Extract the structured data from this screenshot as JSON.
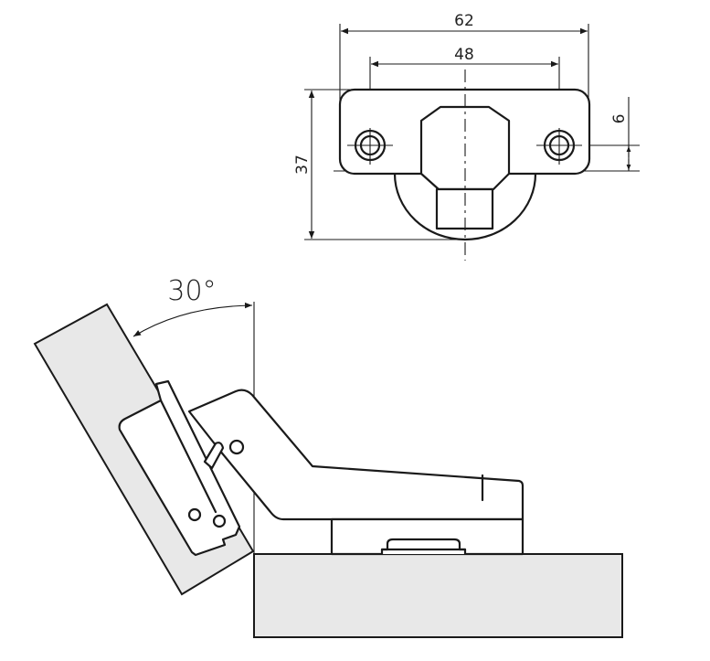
{
  "top_view": {
    "dim_overall_width": "62",
    "dim_hole_spacing": "48",
    "dim_height": "37",
    "dim_hole_offset": "6"
  },
  "side_view": {
    "opening_angle": "30°"
  },
  "colors": {
    "line": "#1a1a1a",
    "panel_fill": "#e8e8e8"
  }
}
